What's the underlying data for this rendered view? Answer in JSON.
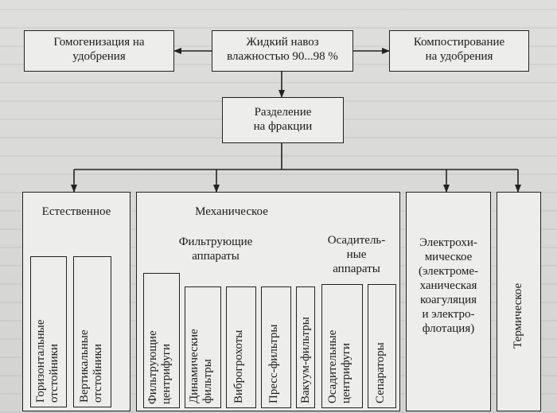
{
  "diagram": {
    "top_left": "Гомогенизация на\nудобрения",
    "top_center": "Жидкий навоз\nвлажностью 90...98 %",
    "top_right": "Компостирование\nна удобрения",
    "split": "Разделение\nна фракции",
    "natural": "Естественное",
    "mechanical": "Механическое",
    "filter_devices": "Фильтрующие\nаппараты",
    "settling_devices": "Осадитель-\nные\nаппараты",
    "electro": "Электрохи-\nмическое\n(электроме-\nханическая\nкоагуляция\nи электро-\nфлотация)",
    "thermal": "Термическое",
    "horizontal_settlers": "Горизонтальные\nотстойники",
    "vertical_settlers": "Вертикальные\nотстойники",
    "filter_centrifuges": "Фильтрующие\nцентрифуги",
    "dynamic_filters": "Динамические\nфильтры",
    "vibro_screens": "Виброгрохоты",
    "press_filters": "Пресс-фильтры",
    "vacuum_filters": "Вакуум-фильтры",
    "settling_centrifuges": "Осадительные\nцентрифуги",
    "separators": "Сепараторы"
  }
}
